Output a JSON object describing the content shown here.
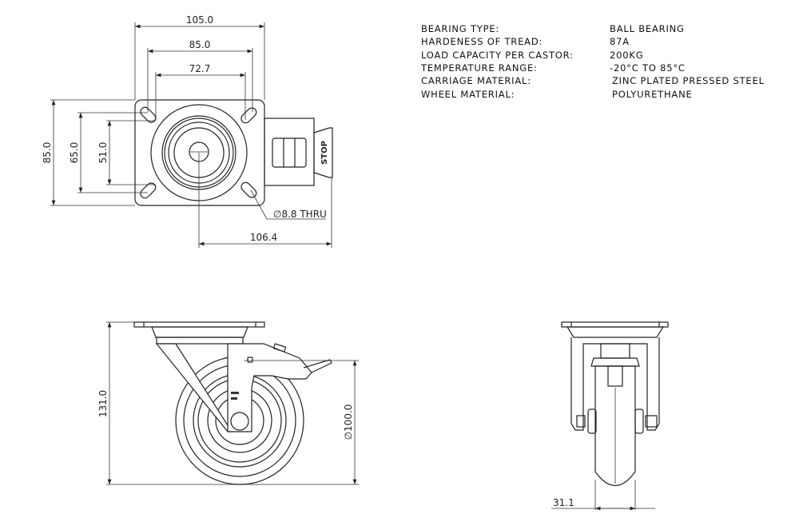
{
  "specs": [
    {
      "label": "BEARING TYPE:",
      "value": "BALL BEARING"
    },
    {
      "label": "HARDENESS OF TREAD:",
      "value": "87A"
    },
    {
      "label": "LOAD CAPACITY PER CASTOR:",
      "value": "200KG"
    },
    {
      "label": "TEMPERATURE RANGE:",
      "value": "-20°C TO 85°C"
    },
    {
      "label": "CARRIAGE MATERIAL:",
      "value": "ZINC PLATED PRESSED STEEL"
    },
    {
      "label": "WHEEL MATERIAL:",
      "value": "POLYURETHANE"
    }
  ],
  "top_view": {
    "plate_width": "105.0",
    "hole_span_outer_x": "85.0",
    "hole_span_inner_x": "72.7",
    "plate_height": "85.0",
    "hole_span_outer_y": "65.0",
    "hole_span_inner_y": "51.0",
    "hole_note": "∅8.8 THRU",
    "brake_offset": "106.4",
    "pedal_label": "STOP"
  },
  "side_view": {
    "overall_height": "131.0",
    "wheel_diameter": "∅100.0"
  },
  "front_view": {
    "wheel_width": "31.1"
  }
}
